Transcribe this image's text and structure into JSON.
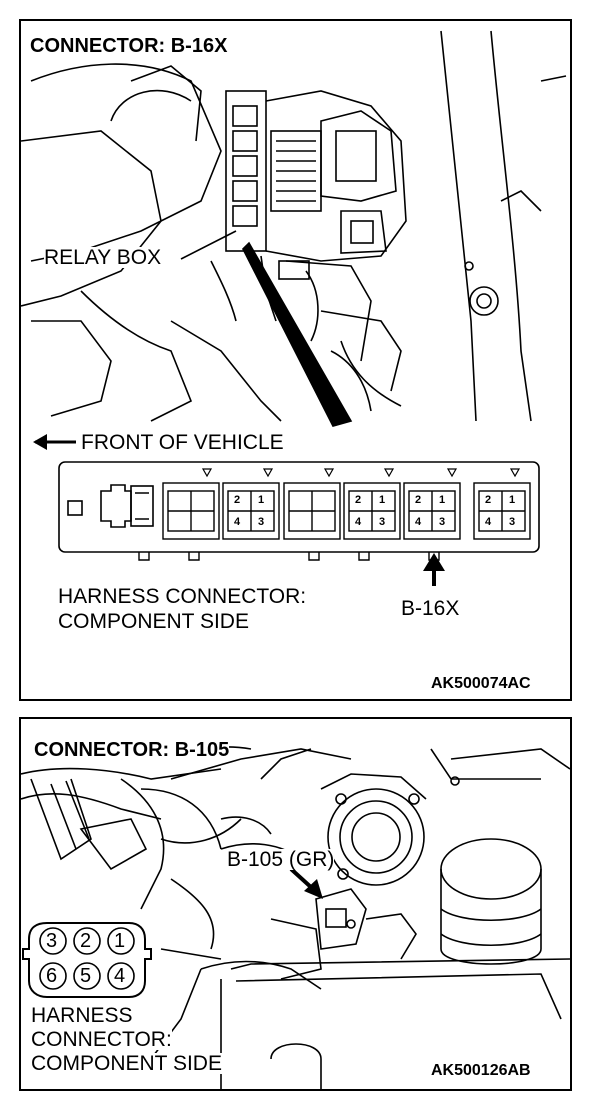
{
  "panel1": {
    "title": "CONNECTOR: B-16X",
    "relay_box_label": "RELAY BOX",
    "front_label": "FRONT OF VEHICLE",
    "harness_line1": "HARNESS CONNECTOR:",
    "harness_line2": "COMPONENT SIDE",
    "connector_label": "B-16X",
    "code": "AK500074AC",
    "relay_pins": [
      "2",
      "1",
      "4",
      "3"
    ]
  },
  "panel2": {
    "title": "CONNECTOR: B-105",
    "connector_label": "B-105 (GR)",
    "harness_line1": "HARNESS",
    "harness_line2": "CONNECTOR:",
    "harness_line3": "COMPONENT SIDE",
    "code": "AK500126AB",
    "pins_top": [
      "3",
      "2",
      "1"
    ],
    "pins_bottom": [
      "6",
      "5",
      "4"
    ]
  }
}
